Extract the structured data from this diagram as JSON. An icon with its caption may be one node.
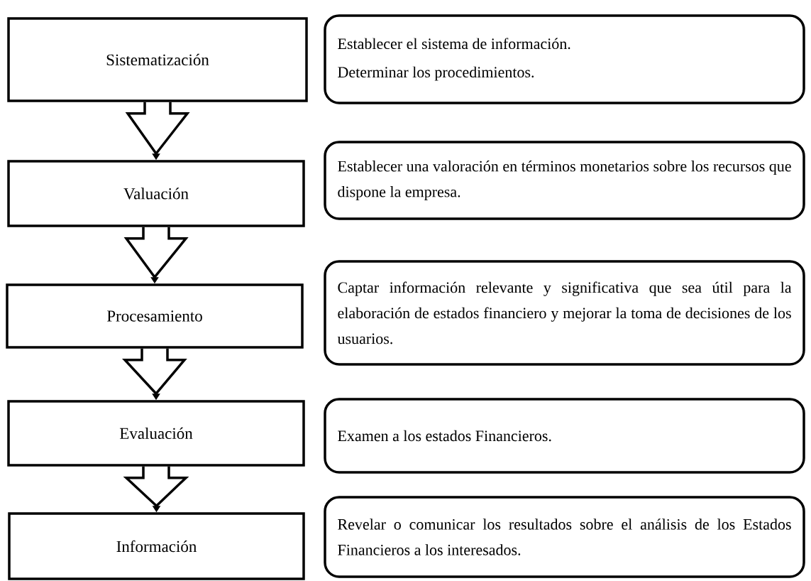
{
  "diagram": {
    "nodes": [
      {
        "text": [
          "Sistematización"
        ]
      },
      {
        "text": [
          "Establecer el sistema de información.",
          "Determinar los procedimientos."
        ]
      },
      {
        "text": [
          "Valuación"
        ]
      },
      {
        "text": [
          "Establecer una valoración en términos monetarios sobre los recursos que dispone la empresa."
        ]
      },
      {
        "text": [
          "Procesamiento"
        ]
      },
      {
        "text": [
          "Captar información relevante y significativa que sea útil para la elaboración de estados financiero y mejorar la toma de decisiones de los usuarios."
        ]
      },
      {
        "text": [
          "Evaluación"
        ]
      },
      {
        "text": [
          "Examen a los estados Financieros."
        ]
      },
      {
        "text": [
          "Información"
        ]
      },
      {
        "text": [
          "Revelar o comunicar los resultados sobre el análisis de los Estados Financieros a los interesados."
        ]
      }
    ],
    "edges": [
      {
        "from": 0,
        "to": 2,
        "arrow": "to"
      },
      {
        "from": 2,
        "to": 4,
        "arrow": "to"
      },
      {
        "from": 4,
        "to": 6,
        "arrow": "to"
      },
      {
        "from": 6,
        "to": 8,
        "arrow": "to"
      }
    ]
  }
}
